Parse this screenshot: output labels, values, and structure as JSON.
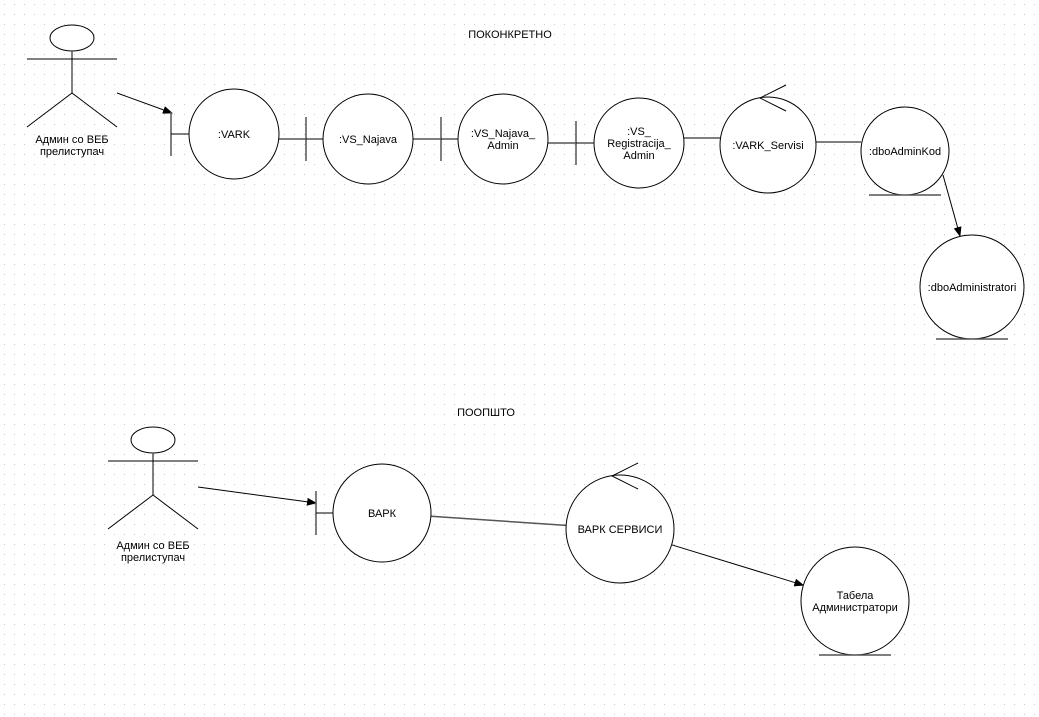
{
  "diagram": {
    "type": "UML robustness diagram",
    "sections": [
      {
        "id": "concrete",
        "title": "ПОКОНКРЕТНО",
        "actor": {
          "label_lines": [
            "Админ со ВЕБ",
            "прелиступач"
          ]
        },
        "nodes": [
          {
            "id": "vark",
            "kind": "boundary",
            "label_lines": [
              ":VARK"
            ]
          },
          {
            "id": "vs_najava",
            "kind": "boundary",
            "label_lines": [
              ":VS_Najava"
            ]
          },
          {
            "id": "vs_najava_admin",
            "kind": "boundary",
            "label_lines": [
              ":VS_Najava_",
              "Admin"
            ]
          },
          {
            "id": "vs_registracija_admin",
            "kind": "boundary",
            "label_lines": [
              ":VS_",
              "Registracija_",
              "Admin"
            ]
          },
          {
            "id": "vark_servisi",
            "kind": "control",
            "label_lines": [
              ":VARK_Servisi"
            ]
          },
          {
            "id": "dbo_admin_kod",
            "kind": "entity",
            "label_lines": [
              ":dboAdminKod"
            ]
          },
          {
            "id": "dbo_administratori",
            "kind": "entity",
            "label_lines": [
              ":dboAdministratori"
            ]
          }
        ],
        "connections": [
          {
            "from": "actor",
            "to": "vark",
            "arrow": true
          },
          {
            "from": "vark",
            "to": "vs_najava",
            "arrow": false
          },
          {
            "from": "vs_najava",
            "to": "vs_najava_admin",
            "arrow": false
          },
          {
            "from": "vs_najava_admin",
            "to": "vs_registracija_admin",
            "arrow": false
          },
          {
            "from": "vs_registracija_admin",
            "to": "vark_servisi",
            "arrow": false
          },
          {
            "from": "vark_servisi",
            "to": "dbo_admin_kod",
            "arrow": false
          },
          {
            "from": "dbo_admin_kod",
            "to": "dbo_administratori",
            "arrow": true
          }
        ]
      },
      {
        "id": "general",
        "title": "ПООПШТО",
        "actor": {
          "label_lines": [
            "Админ со ВЕБ",
            "прелиступач"
          ]
        },
        "nodes": [
          {
            "id": "vark_g",
            "kind": "boundary",
            "label_lines": [
              "ВАРК"
            ]
          },
          {
            "id": "vark_servisi_g",
            "kind": "control",
            "label_lines": [
              "ВАРК СЕРВИСИ"
            ]
          },
          {
            "id": "tabela_admin",
            "kind": "entity",
            "label_lines": [
              "Табела",
              "Администратори"
            ]
          }
        ],
        "connections": [
          {
            "from": "actor",
            "to": "vark_g",
            "arrow": true
          },
          {
            "from": "vark_g",
            "to": "vark_servisi_g",
            "arrow": false
          },
          {
            "from": "vark_servisi_g",
            "to": "tabela_admin",
            "arrow": true
          }
        ]
      }
    ]
  }
}
